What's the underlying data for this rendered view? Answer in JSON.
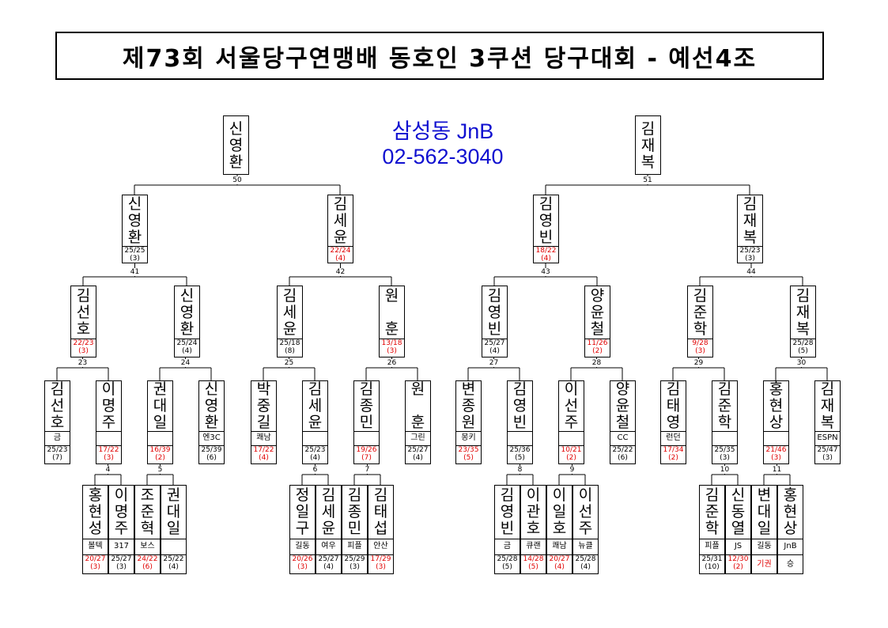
{
  "title": "제73회 서울당구연맹배 동호인 3쿠션 당구대회 - 예선4조",
  "sponsor": {
    "name": "삼성동 JnB",
    "phone": "02-562-3040"
  },
  "colors": {
    "win": "#000000",
    "lose": "#e00000",
    "sponsor": "#1010d0"
  },
  "top": [
    {
      "id": "top-left",
      "name": "신영환"
    },
    {
      "id": "top-right",
      "name": "김재복"
    }
  ],
  "semis": [
    {
      "id": "s1",
      "name": "신영환",
      "score": "25/25",
      "inning": "(3)",
      "red": false
    },
    {
      "id": "s2",
      "name": "김세윤",
      "score": "22/24",
      "inning": "(4)",
      "red": true
    },
    {
      "id": "s3",
      "name": "김영빈",
      "score": "18/22",
      "inning": "(4)",
      "red": true
    },
    {
      "id": "s4",
      "name": "김재복",
      "score": "25/23",
      "inning": "(3)",
      "red": false
    }
  ],
  "quarters": [
    {
      "id": "q1",
      "name": "김선호",
      "score": "22/23",
      "inning": "(3)",
      "red": true
    },
    {
      "id": "q2",
      "name": "신영환",
      "score": "25/24",
      "inning": "(4)",
      "red": false
    },
    {
      "id": "q3",
      "name": "김세윤",
      "score": "25/18",
      "inning": "(8)",
      "red": false
    },
    {
      "id": "q4",
      "name": "원 훈",
      "score": "13/18",
      "inning": "(3)",
      "red": true
    },
    {
      "id": "q5",
      "name": "김영빈",
      "score": "25/27",
      "inning": "(4)",
      "red": false
    },
    {
      "id": "q6",
      "name": "양윤철",
      "score": "11/26",
      "inning": "(2)",
      "red": true
    },
    {
      "id": "q7",
      "name": "김준학",
      "score": "9/28",
      "inning": "(3)",
      "red": true
    },
    {
      "id": "q8",
      "name": "김재복",
      "score": "25/28",
      "inning": "(5)",
      "red": false
    }
  ],
  "round1": [
    {
      "id": "r1",
      "name": "김선호",
      "club": "금",
      "score": "25/23",
      "inning": "(7)",
      "red": false
    },
    {
      "id": "r2",
      "name": "이명주",
      "club": "",
      "score": "17/22",
      "inning": "(3)",
      "red": true
    },
    {
      "id": "r3",
      "name": "권대일",
      "club": "",
      "score": "16/39",
      "inning": "(2)",
      "red": true
    },
    {
      "id": "r4",
      "name": "신영환",
      "club": "엔3C",
      "score": "25/39",
      "inning": "(6)",
      "red": false
    },
    {
      "id": "r5",
      "name": "박중길",
      "club": "쾌남",
      "score": "17/22",
      "inning": "(4)",
      "red": true
    },
    {
      "id": "r6",
      "name": "김세윤",
      "club": "",
      "score": "25/23",
      "inning": "(4)",
      "red": false
    },
    {
      "id": "r7",
      "name": "김종민",
      "club": "",
      "score": "19/26",
      "inning": "(7)",
      "red": true
    },
    {
      "id": "r8",
      "name": "원 훈",
      "club": "그린",
      "score": "25/27",
      "inning": "(4)",
      "red": false
    },
    {
      "id": "r9",
      "name": "변종원",
      "club": "몽키",
      "score": "23/35",
      "inning": "(5)",
      "red": true
    },
    {
      "id": "r10",
      "name": "김영빈",
      "club": "",
      "score": "25/36",
      "inning": "(5)",
      "red": false
    },
    {
      "id": "r11",
      "name": "이선주",
      "club": "",
      "score": "10/21",
      "inning": "(2)",
      "red": true
    },
    {
      "id": "r12",
      "name": "양윤철",
      "club": "CC",
      "score": "25/22",
      "inning": "(6)",
      "red": false
    },
    {
      "id": "r13",
      "name": "김태영",
      "club": "런던",
      "score": "17/34",
      "inning": "(2)",
      "red": true
    },
    {
      "id": "r14",
      "name": "김준학",
      "club": "",
      "score": "25/35",
      "inning": "(3)",
      "red": false
    },
    {
      "id": "r15",
      "name": "홍현상",
      "club": "",
      "score": "21/46",
      "inning": "(3)",
      "red": true
    },
    {
      "id": "r16",
      "name": "김재복",
      "club": "ESPN",
      "score": "25/47",
      "inning": "(3)",
      "red": false
    }
  ],
  "prelim": [
    {
      "id": "p1",
      "name": "홍현성",
      "club": "볼텍",
      "score": "20/27",
      "inning": "(3)",
      "red": true
    },
    {
      "id": "p2",
      "name": "이명주",
      "club": "317",
      "score": "25/27",
      "inning": "(3)",
      "red": false
    },
    {
      "id": "p3",
      "name": "조준혁",
      "club": "보스",
      "score": "24/22",
      "inning": "(6)",
      "red": true
    },
    {
      "id": "p4",
      "name": "권대일",
      "club": "",
      "score": "25/22",
      "inning": "(4)",
      "red": false
    },
    {
      "id": "p5",
      "name": "정일구",
      "club": "길동",
      "score": "20/26",
      "inning": "(3)",
      "red": true
    },
    {
      "id": "p6",
      "name": "김세윤",
      "club": "여우",
      "score": "25/27",
      "inning": "(4)",
      "red": false
    },
    {
      "id": "p7",
      "name": "김종민",
      "club": "피플",
      "score": "25/29",
      "inning": "(3)",
      "red": false
    },
    {
      "id": "p8",
      "name": "김태섭",
      "club": "안산",
      "score": "17/29",
      "inning": "(3)",
      "red": true
    },
    {
      "id": "p9",
      "name": "김영빈",
      "club": "금",
      "score": "25/28",
      "inning": "(5)",
      "red": false
    },
    {
      "id": "p10",
      "name": "이관호",
      "club": "큐랜",
      "score": "14/28",
      "inning": "(5)",
      "red": true
    },
    {
      "id": "p11",
      "name": "이일호",
      "club": "쾌남",
      "score": "20/27",
      "inning": "(4)",
      "red": true
    },
    {
      "id": "p12",
      "name": "이선주",
      "club": "뉴클",
      "score": "25/28",
      "inning": "(4)",
      "red": false
    },
    {
      "id": "p13",
      "name": "김준학",
      "club": "피플",
      "score": "25/31",
      "inning": "(10)",
      "red": false
    },
    {
      "id": "p14",
      "name": "신동열",
      "club": "JS",
      "score": "12/30",
      "inning": "(2)",
      "red": true
    },
    {
      "id": "p15",
      "name": "변대일",
      "club": "길동",
      "result": "기권",
      "red": true
    },
    {
      "id": "p16",
      "name": "홍현상",
      "club": "JnB",
      "result": "승",
      "red": false
    }
  ],
  "match_numbers": {
    "final_left": "50",
    "final_right": "51",
    "semi": [
      "41",
      "42",
      "43",
      "44"
    ],
    "quarter": [
      "23",
      "24",
      "25",
      "26",
      "27",
      "28",
      "29",
      "30"
    ],
    "prelim": [
      "4",
      "5",
      "6",
      "7",
      "8",
      "9",
      "10",
      "11"
    ]
  }
}
